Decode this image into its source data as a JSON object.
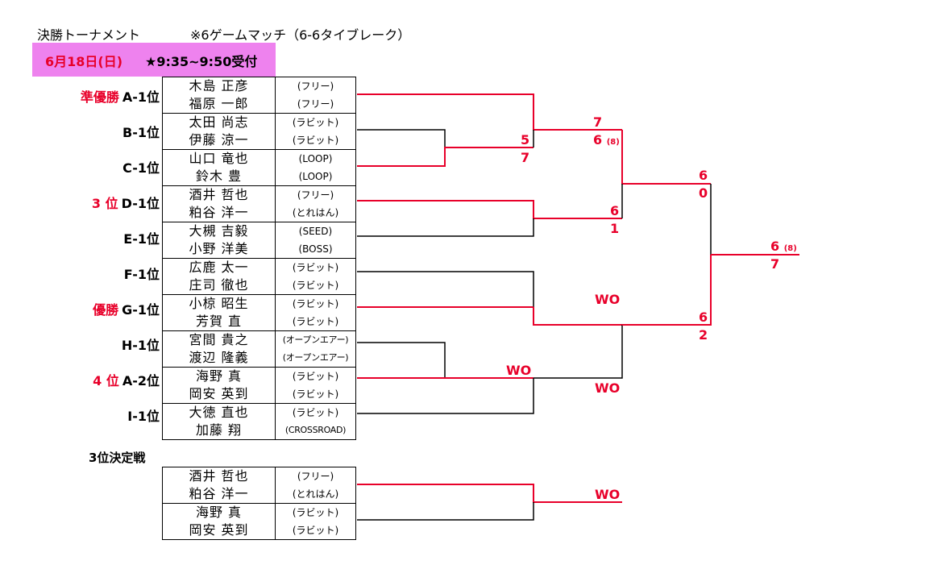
{
  "header": {
    "title": "決勝トーナメント",
    "note": "※6ゲームマッチ（6-6タイブレーク）",
    "date": "6月18日(日)",
    "reception": "★9:35~9:50受付"
  },
  "entries": [
    {
      "label": "A-1位",
      "place": "準優勝",
      "p1": "木島 正彦",
      "p2": "福原 一郎",
      "c1": "(フリー)",
      "c2": "(フリー)"
    },
    {
      "label": "B-1位",
      "place": "",
      "p1": "太田 尚志",
      "p2": "伊藤 涼一",
      "c1": "(ラビット)",
      "c2": "(ラビット)"
    },
    {
      "label": "C-1位",
      "place": "",
      "p1": "山口 竜也",
      "p2": "鈴木 豊",
      "c1": "(LOOP)",
      "c2": "(LOOP)"
    },
    {
      "label": "D-1位",
      "place": "3 位",
      "p1": "酒井 哲也",
      "p2": "粕谷 洋一",
      "c1": "(フリー)",
      "c2": "(とれはん)"
    },
    {
      "label": "E-1位",
      "place": "",
      "p1": "大槻 吉毅",
      "p2": "小野 洋美",
      "c1": "(SEED)",
      "c2": "(BOSS)"
    },
    {
      "label": "F-1位",
      "place": "",
      "p1": "広鹿 太一",
      "p2": "庄司 徹也",
      "c1": "(ラビット)",
      "c2": "(ラビット)"
    },
    {
      "label": "G-1位",
      "place": "優勝",
      "p1": "小椋 昭生",
      "p2": "芳賀 直",
      "c1": "(ラビット)",
      "c2": "(ラビット)"
    },
    {
      "label": "H-1位",
      "place": "",
      "p1": "宮間 貴之",
      "p2": "渡辺 隆義",
      "c1": "(オープンエアー)",
      "c2": "(オープンエアー)"
    },
    {
      "label": "A-2位",
      "place": "4 位",
      "p1": "海野 真",
      "p2": "岡安 英到",
      "c1": "(ラビット)",
      "c2": "(ラビット)"
    },
    {
      "label": "I-1位",
      "place": "",
      "p1": "大徳 直也",
      "p2": "加藤 翔",
      "c1": "(ラビット)",
      "c2": "(CROSSROAD)"
    }
  ],
  "third_place": {
    "title": "3位決定戦",
    "entries": [
      {
        "p1": "酒井 哲也",
        "p2": "粕谷 洋一",
        "c1": "(フリー)",
        "c2": "(とれはん)"
      },
      {
        "p1": "海野 真",
        "p2": "岡安 英到",
        "c1": "(ラビット)",
        "c2": "(ラビット)"
      }
    ],
    "result": "WO"
  },
  "scores": {
    "bc_top": "5",
    "bc_bottom": "7",
    "sf1_top": "7",
    "sf1_bottom": "6",
    "sf1_bottom_tb": "(8)",
    "de_top": "6",
    "de_bottom": "1",
    "fg_wo": "WO",
    "hi_wo": "WO",
    "a2_wo": "WO",
    "top_final_top": "6",
    "top_final_bottom": "0",
    "bot_final_top": "6",
    "bot_final_bottom": "2",
    "final_top": "6",
    "final_top_tb": "(8)",
    "final_bottom": "7"
  },
  "colors": {
    "winner_line": "#e8002a",
    "line": "#000000",
    "date_bg": "#ee82ee"
  }
}
